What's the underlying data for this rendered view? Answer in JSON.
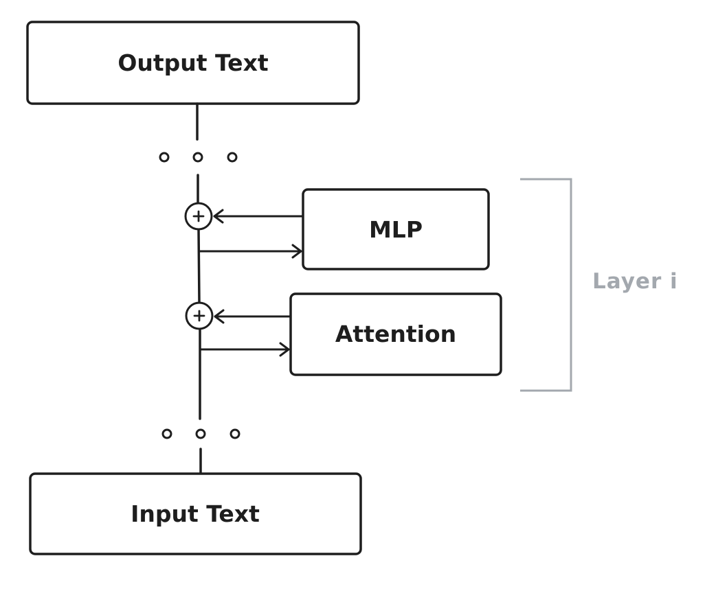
{
  "diagram": {
    "output_label": "Output Text",
    "input_label": "Input Text",
    "mlp_label": "MLP",
    "attention_label": "Attention",
    "layer_label": "Layer i",
    "plus_symbol": "+"
  },
  "colors": {
    "stroke": "#1e1e1e",
    "bracket": "#a3a8ae",
    "bracket_text": "#a3a8ae",
    "background": "#ffffff"
  }
}
